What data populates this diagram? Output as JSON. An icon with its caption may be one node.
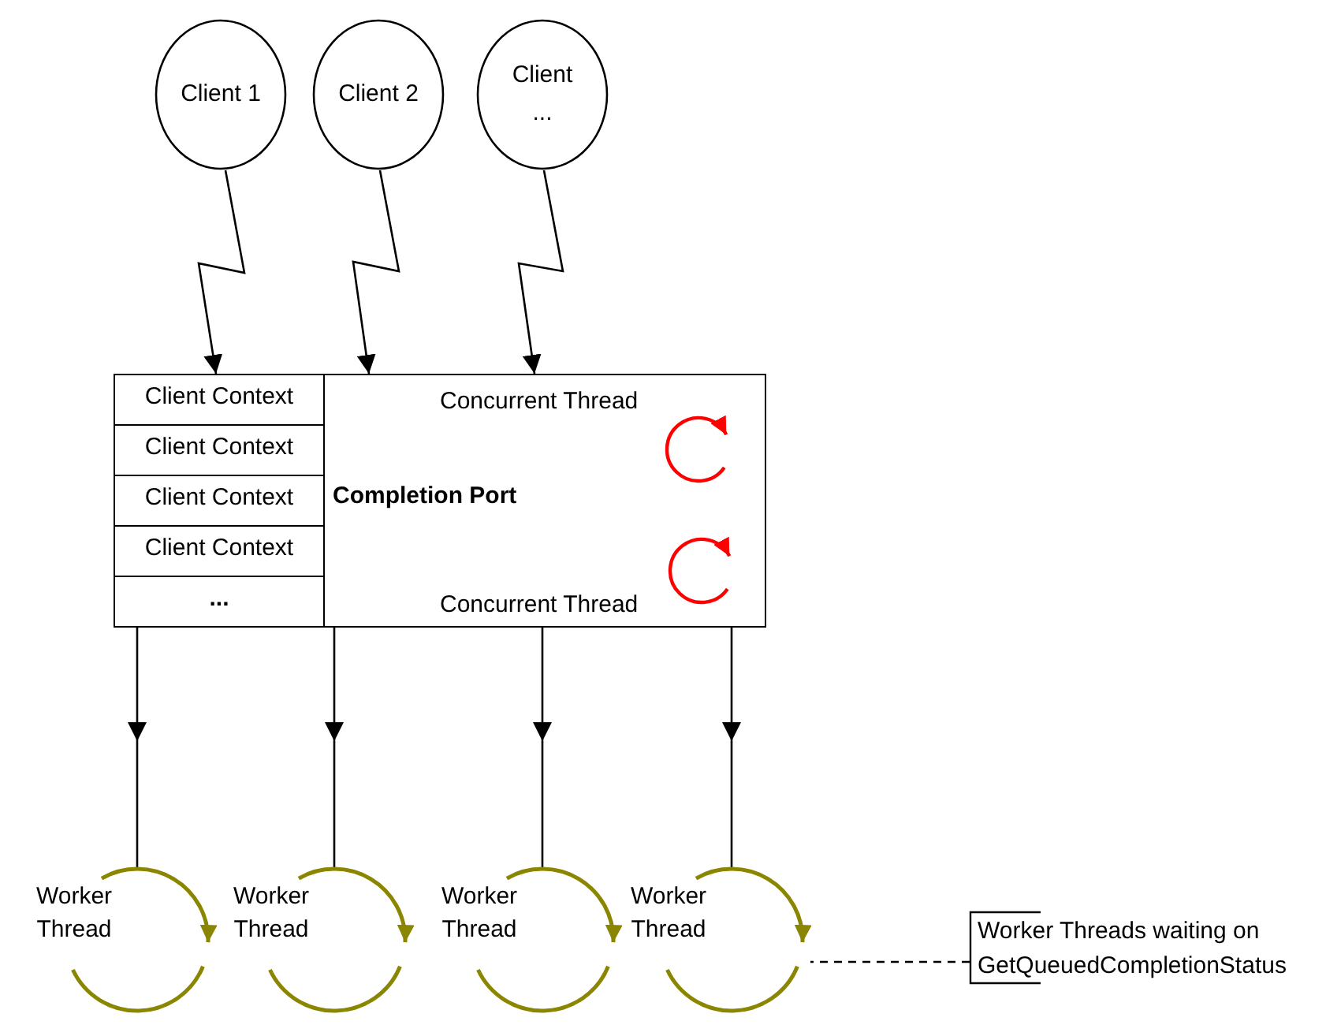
{
  "diagram": {
    "nodes": [
      {
        "text": [
          "Client 1"
        ]
      },
      {
        "text": [
          "Client 2"
        ]
      },
      {
        "text": [
          "Client ..."
        ]
      },
      {
        "text": [
          "Concurrent Thread",
          "Completion Port",
          "Concurrent Thread"
        ]
      },
      {
        "text": [
          "Client Context"
        ],
        "in": 3
      },
      {
        "text": [
          "Client Context"
        ],
        "in": 3
      },
      {
        "text": [
          "Client Context"
        ],
        "in": 3
      },
      {
        "text": [
          "Client Context"
        ],
        "in": 3
      },
      {
        "text": [
          "..."
        ],
        "in": 3
      },
      {
        "text": [
          "Worker Thread"
        ]
      },
      {
        "text": [
          "Worker Thread"
        ]
      },
      {
        "text": [
          "Worker Thread"
        ]
      },
      {
        "text": [
          "Worker Thread"
        ]
      },
      {
        "text": [
          "Worker Threads waiting on GetQueuedCompletionStatus"
        ]
      }
    ],
    "edges": [
      {
        "from": 0,
        "to": 3,
        "arrow": "to"
      },
      {
        "from": 1,
        "to": 3,
        "arrow": "to"
      },
      {
        "from": 2,
        "to": 3,
        "arrow": "to"
      },
      {
        "from": 3,
        "to": 9,
        "arrow": "to"
      },
      {
        "from": 3,
        "to": 10,
        "arrow": "to"
      },
      {
        "from": 3,
        "to": 11,
        "arrow": "to"
      },
      {
        "from": 3,
        "to": 12,
        "arrow": "to"
      },
      {
        "from": 13,
        "to": 12,
        "arrow": "none",
        "style": "dashed"
      }
    ]
  }
}
